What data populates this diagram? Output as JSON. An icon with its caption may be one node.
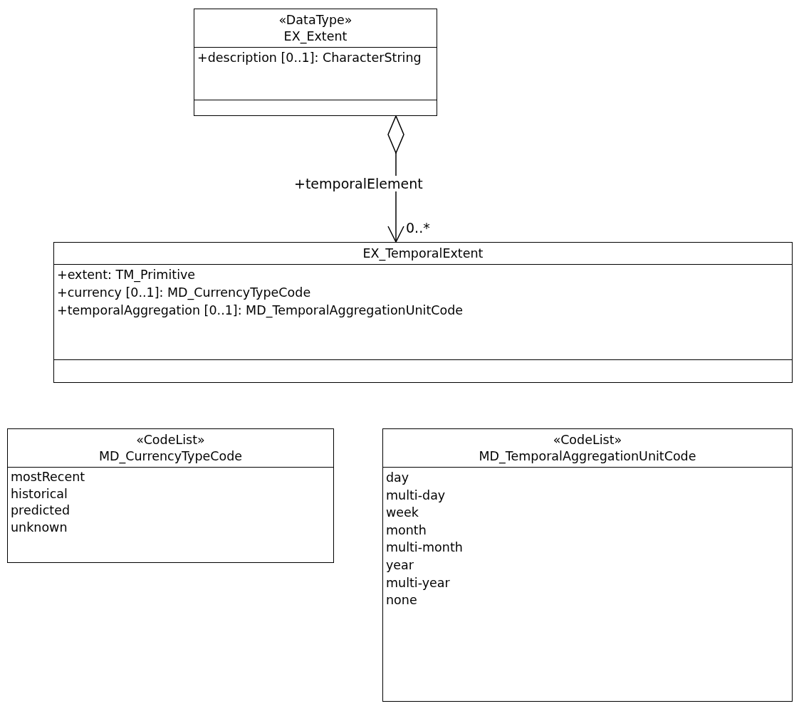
{
  "diagram": {
    "nodes": [
      {
        "text": [
          "«DataType»",
          "EX_Extent",
          "+description [0..1]: CharacterString"
        ]
      },
      {
        "text": [
          "EX_TemporalExtent",
          "+extent: TM_Primitive",
          "+currency [0..1]: MD_CurrencyTypeCode",
          "+temporalAggregation [0..1]: MD_TemporalAggregationUnitCode"
        ]
      },
      {
        "text": [
          "«CodeList»",
          "MD_CurrencyTypeCode",
          "mostRecent",
          "historical",
          "predicted",
          "unknown"
        ]
      },
      {
        "text": [
          "«CodeList»",
          "MD_TemporalAggregationUnitCode",
          "day",
          "multi-day",
          "week",
          "month",
          "multi-month",
          "year",
          "multi-year",
          "none"
        ]
      }
    ],
    "edges": [
      {
        "from": 0,
        "to": 1,
        "arrow": "to",
        "label": "+temporalElement"
      }
    ],
    "labels": [
      "0..*"
    ]
  }
}
